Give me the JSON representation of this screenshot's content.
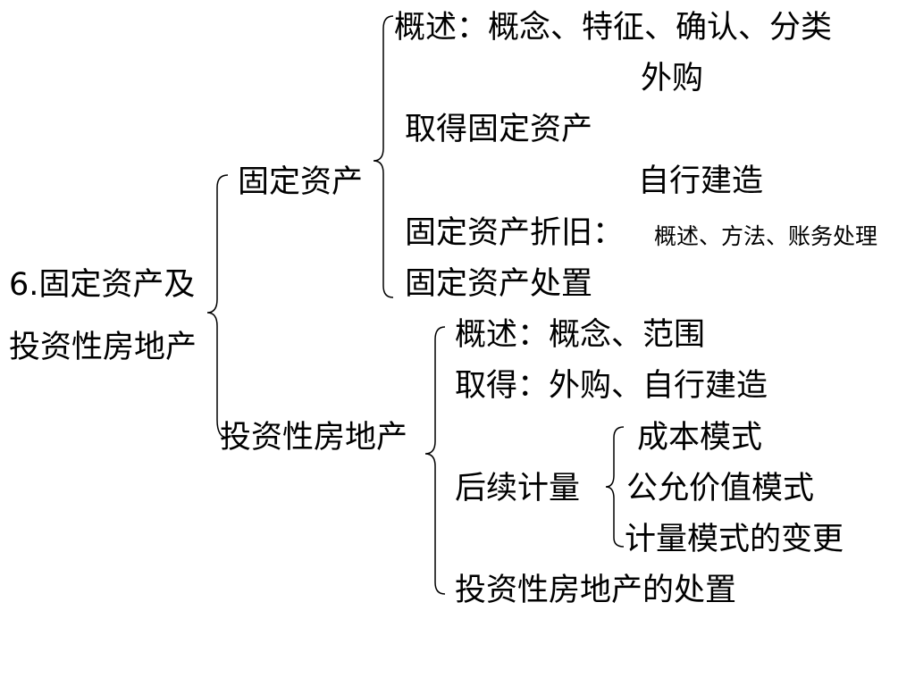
{
  "root": {
    "line1": "6.固定资产及",
    "line2": "投资性房地产"
  },
  "fixed_assets": {
    "label": "固定资产",
    "overview": "概述：概念、特征、确认、分类",
    "acquire": "取得固定资产",
    "acquire_purchase": "外购",
    "acquire_selfbuilt": "自行建造",
    "depreciation": "固定资产折旧：",
    "depreciation_detail": "概述、方法、账务处理",
    "disposal": "固定资产处置"
  },
  "investment_property": {
    "label": "投资性房地产",
    "overview": "概述：概念、范围",
    "acquire": "取得：外购、自行建造",
    "subsequent": "后续计量",
    "cost_model": "成本模式",
    "fair_value_model": "公允价值模式",
    "model_change": "计量模式的变更",
    "disposal": "投资性房地产的处置"
  }
}
